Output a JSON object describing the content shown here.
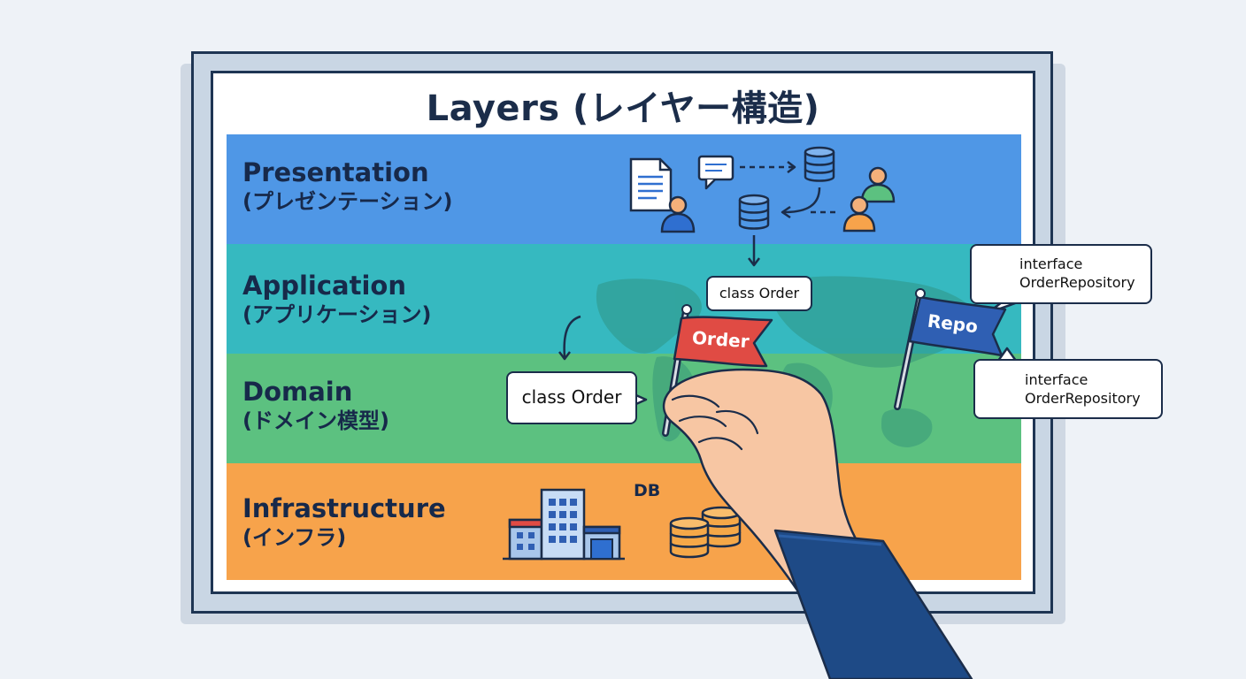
{
  "title": "Layers (レイヤー構造)",
  "layers": [
    {
      "name": "Presentation",
      "sub": "(プレゼンテーション)",
      "color": "#4f97e6"
    },
    {
      "name": "Application",
      "sub": "(アプリケーション)",
      "color": "#36b9c0"
    },
    {
      "name": "Domain",
      "sub": "(ドメイン模型)",
      "color": "#5cc180"
    },
    {
      "name": "Infrastructure",
      "sub": "(インフラ)",
      "color": "#f7a34b"
    }
  ],
  "callouts": {
    "order_small": "class Order",
    "order_large": "class Order",
    "iface_top_line1": "interface",
    "iface_top_line2": "OrderRepository",
    "iface_bottom_line1": "interface",
    "iface_bottom_line2": "OrderRepository"
  },
  "flags": {
    "order": "Order",
    "repo": "Repo",
    "order_color": "#e04b44",
    "repo_color": "#2f5fb3"
  },
  "db_label": "DB",
  "icons": [
    "document-icon",
    "chat-bubble-icon",
    "database-icon",
    "user-icon",
    "building-icon",
    "coin-stack-icon",
    "cube-icon",
    "code-arrows-icon",
    "hand-icon",
    "world-map"
  ]
}
